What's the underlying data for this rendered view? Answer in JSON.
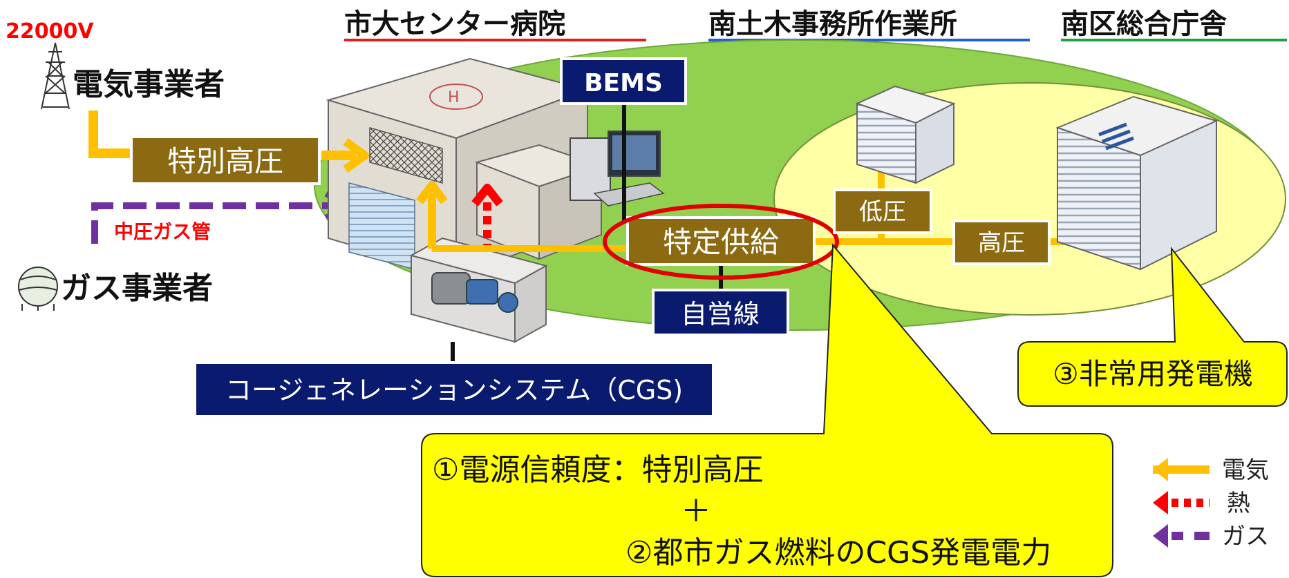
{
  "voltage": "22000V",
  "headers": {
    "hospital": "市大センター病院",
    "civil_office": "南土木事務所作業所",
    "ward_office": "南区総合庁舎"
  },
  "suppliers": {
    "electric": "電気事業者",
    "gas": "ガス事業者"
  },
  "boxes": {
    "extra_high": "特別高圧",
    "bems": "BEMS",
    "specified_supply": "特定供給",
    "low_voltage": "低圧",
    "high_voltage": "高圧",
    "private_line": "自営線",
    "cgs": "コージェネレーションシステム（CGS)"
  },
  "labels": {
    "gas_pipe": "中圧ガス管"
  },
  "callouts": {
    "reliability_line1": "①電源信頼度：特別高圧",
    "reliability_plus": "＋",
    "reliability_line2": "②都市ガス燃料のCGS発電電力",
    "emergency": "③非常用発電機"
  },
  "legend": {
    "electricity": "電気",
    "heat": "熱",
    "gas": "ガス"
  },
  "colors": {
    "electricity": "#ffc000",
    "heat": "#ff0000",
    "gas": "#7030a0",
    "brown_box": "#8c6a12",
    "navy_box": "#0a1a6e",
    "green_area": "#92d050",
    "yellow_area": "#ffffa0",
    "callout": "#ffff00"
  }
}
